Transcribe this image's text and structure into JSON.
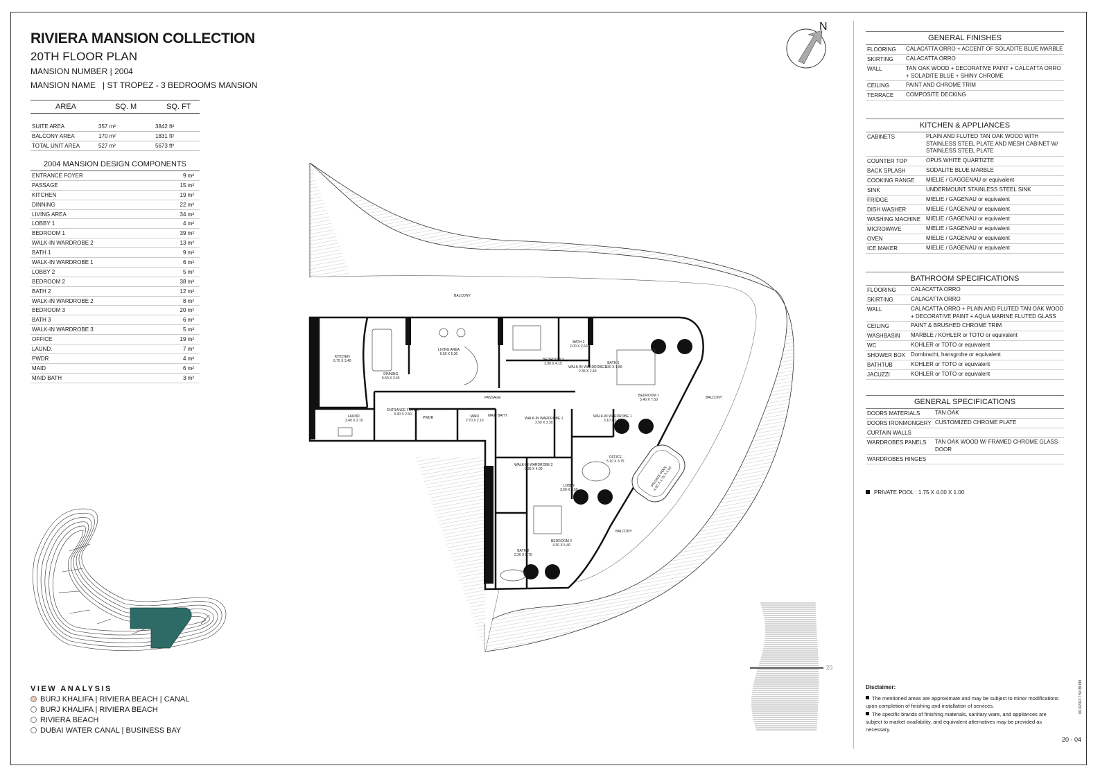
{
  "header": {
    "collection": "RIVIERA MANSION COLLECTION",
    "floor": "20TH FLOOR PLAN",
    "mansion_number": "MANSION NUMBER | 2004",
    "mansion_name_label": "MANSION NAME",
    "mansion_name_value": "| ST TROPEZ - 3 BEDROOMS MANSION"
  },
  "area_table": {
    "headers": [
      "AREA",
      "SQ. M",
      "SQ. FT"
    ],
    "rows": [
      [
        "SUITE AREA",
        "357 m²",
        "3842 ft²"
      ],
      [
        "BALCONY AREA",
        "170 m²",
        "1831 ft²"
      ],
      [
        "TOTAL UNIT AREA",
        "527 m²",
        "5673 ft²"
      ]
    ]
  },
  "components": {
    "title": "2004 MANSION DESIGN COMPONENTS",
    "rows": [
      [
        "ENTRANCE FOYER",
        "9 m²"
      ],
      [
        "PASSAGE",
        "15 m²"
      ],
      [
        "KITCHEN",
        "19 m²"
      ],
      [
        "DINNING",
        "22 m²"
      ],
      [
        "LIVING AREA",
        "34 m²"
      ],
      [
        "LOBBY 1",
        "4 m²"
      ],
      [
        "BEDROOM 1",
        "39 m²"
      ],
      [
        "WALK-IN WARDROBE 2",
        "13 m²"
      ],
      [
        "BATH 1",
        "9 m²"
      ],
      [
        "WALK-IN WARDROBE 1",
        "6 m²"
      ],
      [
        "LOBBY 2",
        "5 m²"
      ],
      [
        "BEDROOM 2",
        "38 m²"
      ],
      [
        "BATH 2",
        "12 m²"
      ],
      [
        "WALK-IN WARDROBE 2",
        "8 m²"
      ],
      [
        "BEDROOM 3",
        "20 m²"
      ],
      [
        "BATH 3",
        "6 m²"
      ],
      [
        "WALK-IN WARDROBE 3",
        "5 m²"
      ],
      [
        "OFFICE",
        "19 m²"
      ],
      [
        "LAUND.",
        "7 m²"
      ],
      [
        "PWDR",
        "4 m²"
      ],
      [
        "MAID",
        "6 m²"
      ],
      [
        "MAID BATH",
        "3 m²"
      ]
    ]
  },
  "view_analysis": {
    "title": "VIEW ANALYSIS",
    "items": [
      {
        "label": "BURJ KHALIFA | RIVIERA BEACH | CANAL",
        "selected": true
      },
      {
        "label": "BURJ KHALIFA | RIVIERA BEACH",
        "selected": false
      },
      {
        "label": "RIVIERA BEACH",
        "selected": false
      },
      {
        "label": "DUBAI WATER CANAL | BUSINESS BAY",
        "selected": false
      }
    ]
  },
  "plan": {
    "north": "N",
    "balcony": "BALCONY",
    "rooms": [
      {
        "name": "KITCHEN",
        "dim": "6.75 X 3.40"
      },
      {
        "name": "DINNING",
        "dim": "5.50 X 3.45"
      },
      {
        "name": "LIVING AREA",
        "dim": "6.50 X 5.30"
      },
      {
        "name": "BEDROOM 3",
        "dim": "3.90 X 4.15"
      },
      {
        "name": "BATH 3",
        "dim": "2.00 X 2.60"
      },
      {
        "name": "WALK-IN WARDROBE 3",
        "dim": "2.35 X 2.40"
      },
      {
        "name": "BATH 1",
        "dim": "3.30 X 1.80"
      },
      {
        "name": "BEDROOM 1",
        "dim": "5.40 X 7.50"
      },
      {
        "name": "PASSAGE",
        "dim": ""
      },
      {
        "name": "LAUND.",
        "dim": "3.40 X 2.10"
      },
      {
        "name": "ENTRANCE FOYER",
        "dim": "3.40 X 2.50"
      },
      {
        "name": "PWDR",
        "dim": ""
      },
      {
        "name": "MAID",
        "dim": "2.70 X 2.10"
      },
      {
        "name": "MAID BATH",
        "dim": ""
      },
      {
        "name": "WALK-IN WARDROBE 2",
        "dim": "3.50 X 3.30"
      },
      {
        "name": "WALK-IN WARDROBE 1",
        "dim": "3.10 X 2.10"
      },
      {
        "name": "OFFICE",
        "dim": "5.10 X 3.75"
      },
      {
        "name": "PRIVATE POOL",
        "dim": "4.00 X 1.75 X 1.00"
      },
      {
        "name": "WALK-IN WARDROBE 2",
        "dim": "2.35 X 4.00"
      },
      {
        "name": "LOBBY",
        "dim": "3.60 X 3.50"
      },
      {
        "name": "BEDROOM 2",
        "dim": "4.30 X 5.40"
      },
      {
        "name": "BATH 2",
        "dim": "2.20 X 5.70"
      }
    ],
    "key_floor": "20"
  },
  "general_finishes": {
    "title": "GENERAL FINISHES",
    "rows": [
      [
        "FLOORING",
        "CALACATTA ORRO + ACCENT OF SOLADITE BLUE MARBLE"
      ],
      [
        "SKIRTING",
        "CALACATTA ORRO"
      ],
      [
        "WALL",
        "TAN OAK WOOD + DECORATIVE PAINT + CALCATTA ORRO + SOLADITE BLUE + SHINY CHROME"
      ],
      [
        "CEILING",
        "PAINT AND CHROME TRIM"
      ],
      [
        "TERRACE",
        "COMPOSITE DECKING"
      ]
    ]
  },
  "kitchen": {
    "title": "KITCHEN & APPLIANCES",
    "rows": [
      [
        "CABINETS",
        "PLAIN AND FLUTED TAN OAK WOOD WITH STAINLESS STEEL PLATE AND MESH CABINET W/ STAINLESS STEEL PLATE"
      ],
      [
        "COUNTER TOP",
        "OPUS WHITE QUARTIZTE"
      ],
      [
        "BACK SPLASH",
        "SODALITE BLUE MARBLE"
      ],
      [
        "COOKING RANGE",
        "MIELIE / GAGGENAU or equivalent"
      ],
      [
        "SINK",
        "UNDERMOUNT STAINLESS STEEL SINK"
      ],
      [
        "FRIDGE",
        "MIELIE / GAGENAU or equivalent"
      ],
      [
        "DISH WASHER",
        "MIELIE / GAGENAU or equivalent"
      ],
      [
        "WASHING MACHINE",
        "MIELIE / GAGENAU or equivalent"
      ],
      [
        "MICROWAVE",
        "MIELIE / GAGENAU or equivalent"
      ],
      [
        "OVEN",
        "MIELIE / GAGENAU or equivalent"
      ],
      [
        "ICE MAKER",
        "MIELIE / GAGENAU or equivalent"
      ]
    ]
  },
  "bathroom": {
    "title": "BATHROOM SPECIFICATIONS",
    "rows": [
      [
        "FLOORING",
        "CALACATTA ORRO"
      ],
      [
        "SKIRTING",
        "CALACATTA ORRO"
      ],
      [
        "WALL",
        "CALACATTA ORRO + PLAIN AND FLUTED TAN OAK WOOD + DECORATIVE PAINT + AQUA MARINE FLUTED GLASS"
      ],
      [
        "CEILING",
        "PAINT & BRUSHED CHROME TRIM"
      ],
      [
        "WASHBASIN",
        "MARBLE / KOHLER or TOTO or equivalent"
      ],
      [
        "WC",
        "KOHLER or TOTO or equivalent"
      ],
      [
        "SHOWER BOX",
        "Dornbracht, hansgrohe or equivalent"
      ],
      [
        "BATHTUB",
        "KOHLER or TOTO or equivalent"
      ],
      [
        "JACUZZI",
        "KOHLER or TOTO or equivalent"
      ]
    ]
  },
  "general_specs": {
    "title": "GENERAL SPECIFICATIONS",
    "rows": [
      [
        "DOORS MATERIALS",
        "TAN OAK"
      ],
      [
        "DOORS IRONMONGERY",
        "CUSTOMIZED CHROME PLATE"
      ],
      [
        "CURTAIN WALLS",
        ""
      ],
      [
        "WARDROBES PANELS",
        "TAN OAK WOOD W/ FRAMED CHROME GLASS DOOR"
      ],
      [
        "WARDROBES HINGES",
        ""
      ]
    ]
  },
  "pool_note": "PRIVATE POOL : 1.75 X 4.00 X 1.00",
  "disclaimer": {
    "title": "Disclaimer:",
    "items": [
      "The mentioned areas are approximate and may be subject to minor modifications upon completion of finishing and installation of services.",
      "The specific brands of finishing materials, sanitary ware, and appliances are subject to market availability, and equivalent alternatives may be provided as necessary."
    ]
  },
  "page_number": "20 - 04",
  "print_stamp": "8/13/2023 7:50:38 PM",
  "colors": {
    "highlight_unit": "#2e6b66",
    "selected_view": "#f2c9b8",
    "wall": "#111111"
  }
}
